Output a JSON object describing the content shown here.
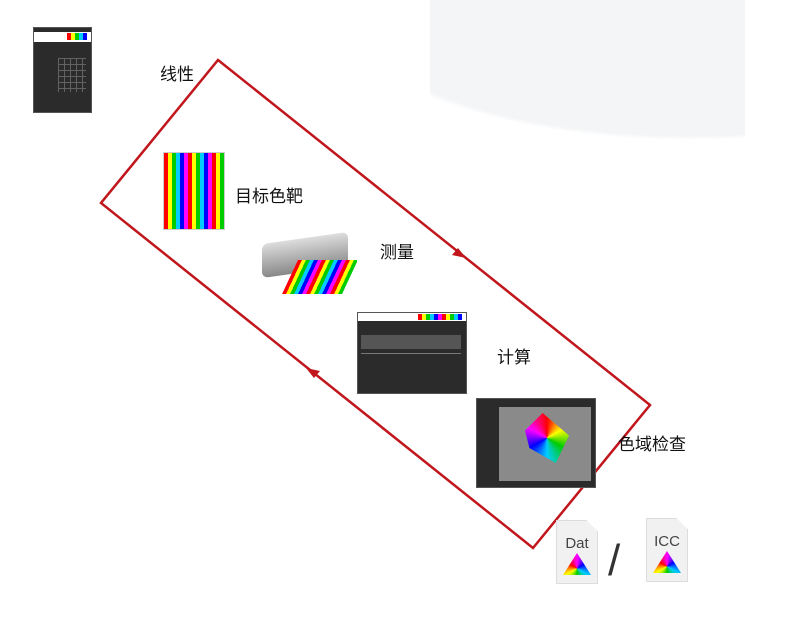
{
  "steps": [
    {
      "label": "线性",
      "thumbnail": "linearization-software-screenshot"
    },
    {
      "label": "目标色靶",
      "thumbnail": "color-target-chart"
    },
    {
      "label": "测量",
      "thumbnail": "spectrophotometer-device"
    },
    {
      "label": "计算",
      "thumbnail": "calculation-software-screenshot"
    },
    {
      "label": "色域检查",
      "thumbnail": "gamut-check-3d-view"
    }
  ],
  "outputs": {
    "dat": "Dat",
    "separator": "/",
    "icc": "ICC"
  },
  "colors": {
    "loop": "#c0161c"
  }
}
